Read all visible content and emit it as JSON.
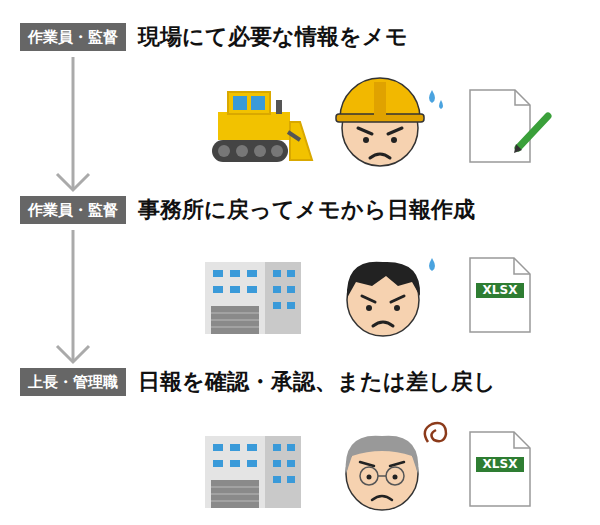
{
  "diagram": {
    "nodes": [
      {
        "text": [
          "作業員・監督"
        ]
      },
      {
        "text": [
          "作業員・監督"
        ]
      },
      {
        "text": [
          "上長・管理職"
        ]
      }
    ],
    "edges": [
      {
        "from": 0,
        "to": 1,
        "arrow": "to"
      },
      {
        "from": 1,
        "to": 2,
        "arrow": "to"
      }
    ],
    "labels": [
      "現場にて必要な情報をメモ",
      "事務所に戻ってメモから日報作成",
      "日報を確認・承認、または差し戻し",
      "XLSX",
      "XLSX"
    ]
  }
}
